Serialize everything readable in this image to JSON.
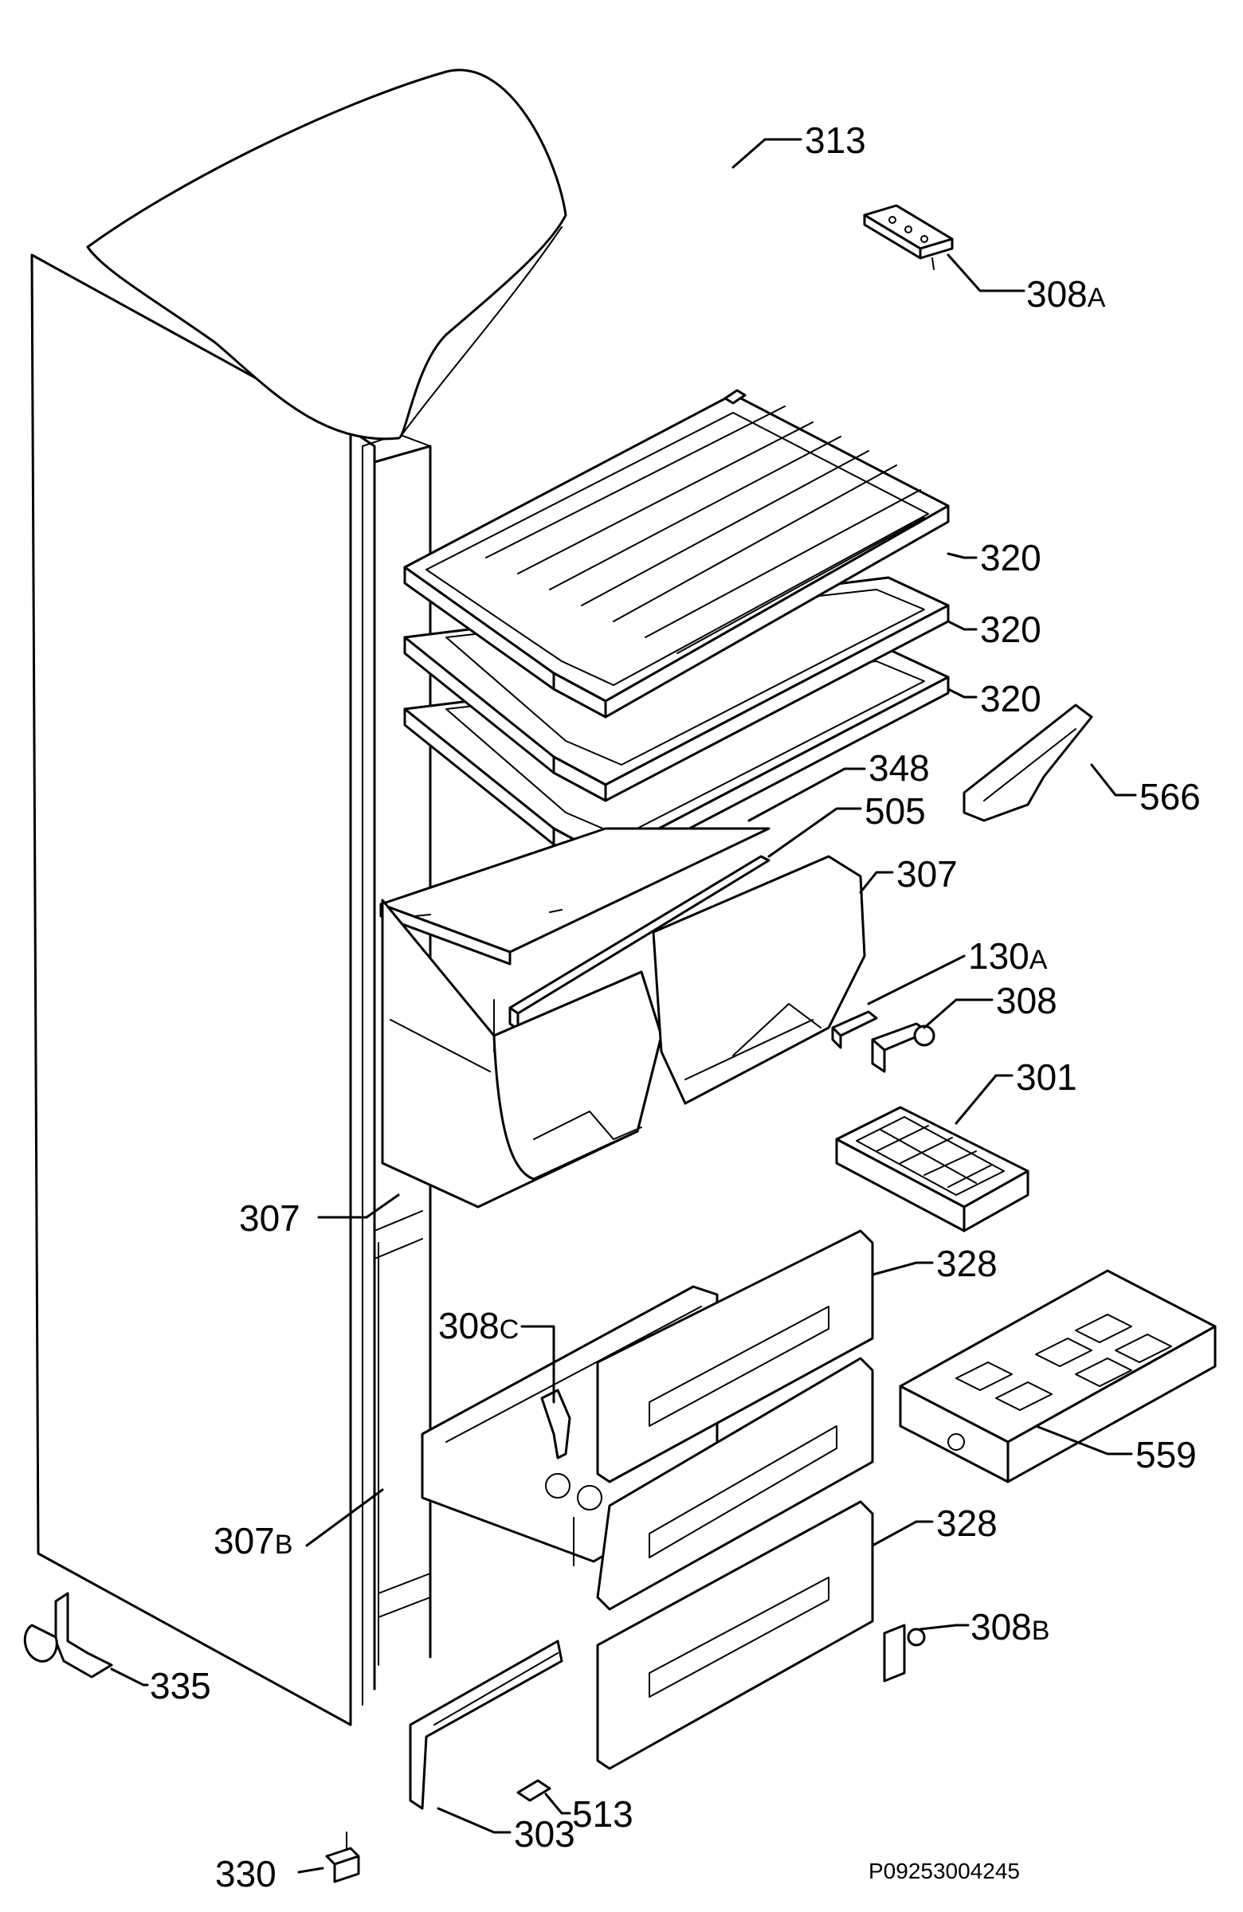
{
  "labels": {
    "l313": "313",
    "l308a": "308",
    "l308a_sfx": "A",
    "l320a": "320",
    "l320b": "320",
    "l320c": "320",
    "l348": "348",
    "l566": "566",
    "l505": "505",
    "l307a": "307",
    "l130a": "130",
    "l130a_sfx": "A",
    "l308": "308",
    "l301": "301",
    "l307b": "307",
    "l328a": "328",
    "l308c": "308",
    "l308c_sfx": "C",
    "l559": "559",
    "l307bb": "307",
    "l307bb_sfx": "B",
    "l328b": "328",
    "l308b": "308",
    "l308b_sfx": "B",
    "l335": "335",
    "l513": "513",
    "l330": "330",
    "l303": "303"
  },
  "drawing_code": "P09253004245"
}
